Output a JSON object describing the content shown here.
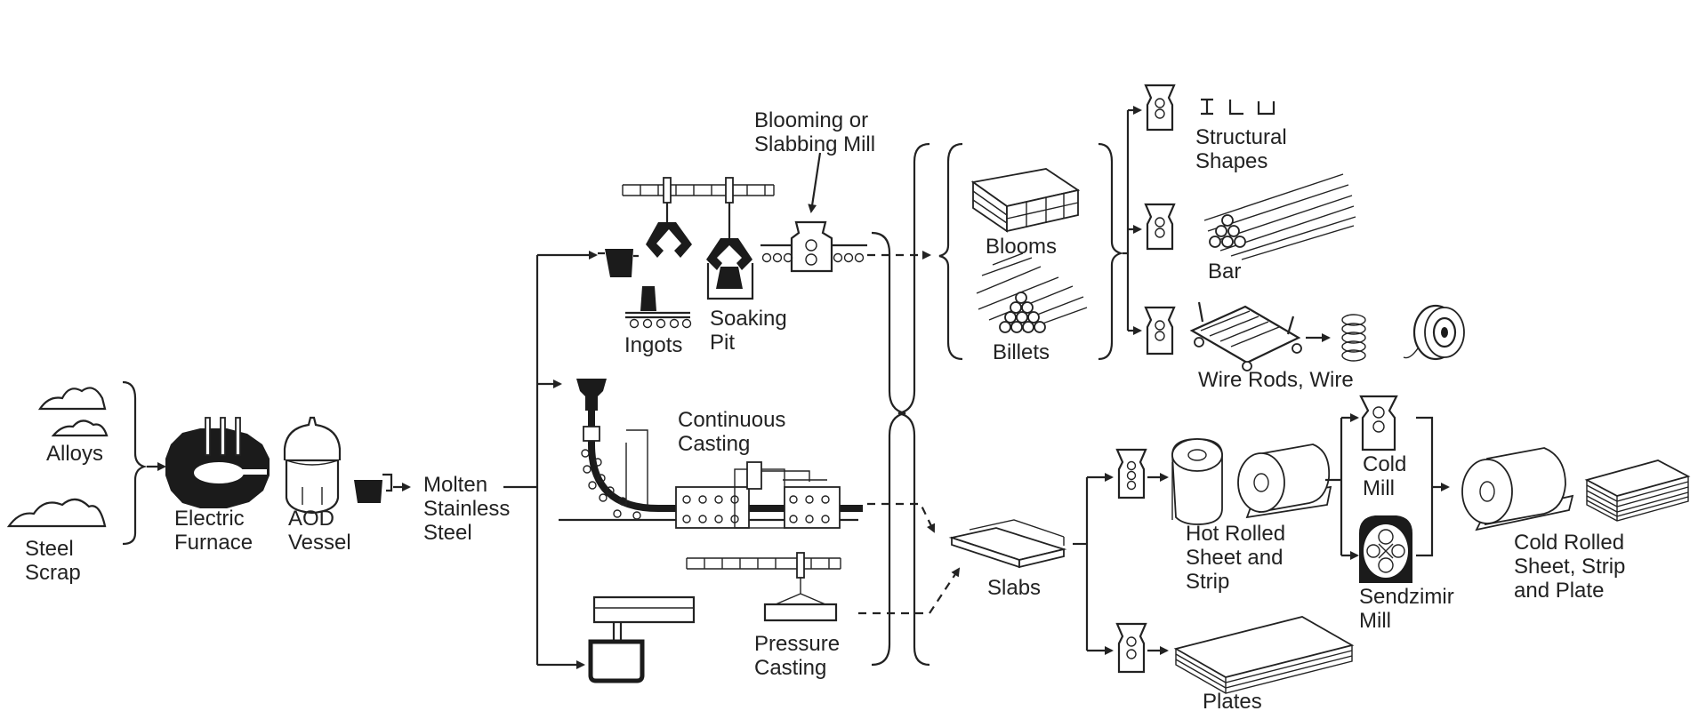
{
  "labels": {
    "alloys": "Alloys",
    "steel_scrap": "Steel\nScrap",
    "electric_furnace": "Electric\nFurnace",
    "aod_vessel": "AOD\nVessel",
    "molten_steel": "Molten\nStainless\nSteel",
    "blooming_mill": "Blooming or\nSlabbing Mill",
    "ingots": "Ingots",
    "soaking_pit": "Soaking\nPit",
    "continuous_casting": "Continuous\nCasting",
    "pressure_casting": "Pressure\nCasting",
    "blooms": "Blooms",
    "billets": "Billets",
    "slabs": "Slabs",
    "structural_shapes": "Structural\nShapes",
    "bar": "Bar",
    "wire_rods": "Wire Rods, Wire",
    "hot_rolled": "Hot Rolled\nSheet and\nStrip",
    "cold_mill": "Cold\nMill",
    "sendzimir_mill": "Sendzimir\nMill",
    "cold_rolled": "Cold Rolled\nSheet, Strip\nand Plate",
    "plates": "Plates"
  }
}
